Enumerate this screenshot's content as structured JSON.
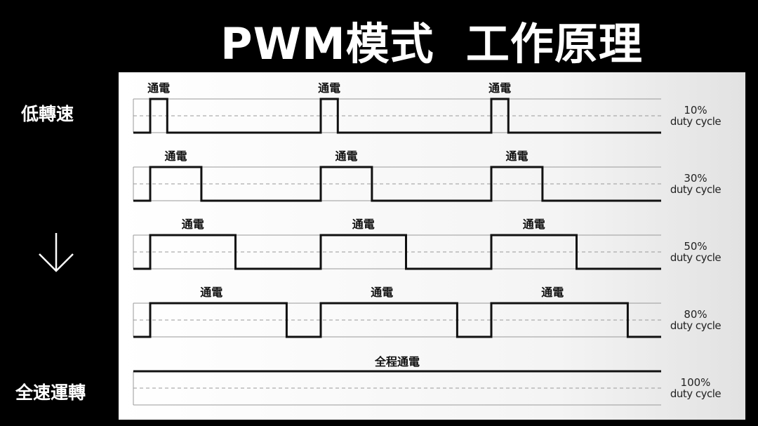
{
  "title": "PWM模式  工作原理",
  "side_labels": {
    "low_speed": "低轉速",
    "full_speed": "全速運轉",
    "arrow_icon": "down-arrow"
  },
  "pulse_label": "通電",
  "full_label": "全程通電",
  "duty_suffix": "duty cycle",
  "rows": [
    {
      "duty": 10,
      "percent_label": "10%"
    },
    {
      "duty": 30,
      "percent_label": "30%"
    },
    {
      "duty": 50,
      "percent_label": "50%"
    },
    {
      "duty": 80,
      "percent_label": "80%"
    },
    {
      "duty": 100,
      "percent_label": "100%"
    }
  ],
  "pulses_per_row": 3,
  "colors": {
    "background": "#000000",
    "panel": "#f5f5f5",
    "signal": "#111111",
    "grid": "#999999"
  }
}
